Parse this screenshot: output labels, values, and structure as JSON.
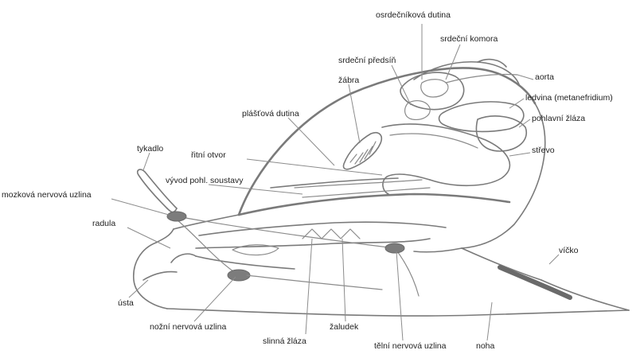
{
  "diagram": {
    "labels": {
      "osrdecnikova_dutina": "osrdečníková dutina",
      "srdecni_komora": "srdeční komora",
      "srdecni_predsin": "srdeční předsíň",
      "aorta": "aorta",
      "zabra": "žábra",
      "ledvina": "ledvina (metanefridium)",
      "plastova_dutina": "plášťová dutina",
      "pohlavni_zlaza": "pohlavní žláza",
      "strevo": "střevo",
      "tykadlo": "tykadlo",
      "ritni_otvor": "řitní otvor",
      "vyvod": "vývod pohl. soustavy",
      "mozkova_uzlina": "mozková nervová uzlina",
      "radula": "radula",
      "vicko": "víčko",
      "usta": "ústa",
      "nozni_uzlina": "nožní nervová uzlina",
      "zaludek": "žaludek",
      "slinna_zlaza": "slinná žláza",
      "telni_uzlina": "tělní nervová uzlina",
      "noha": "noha"
    }
  }
}
